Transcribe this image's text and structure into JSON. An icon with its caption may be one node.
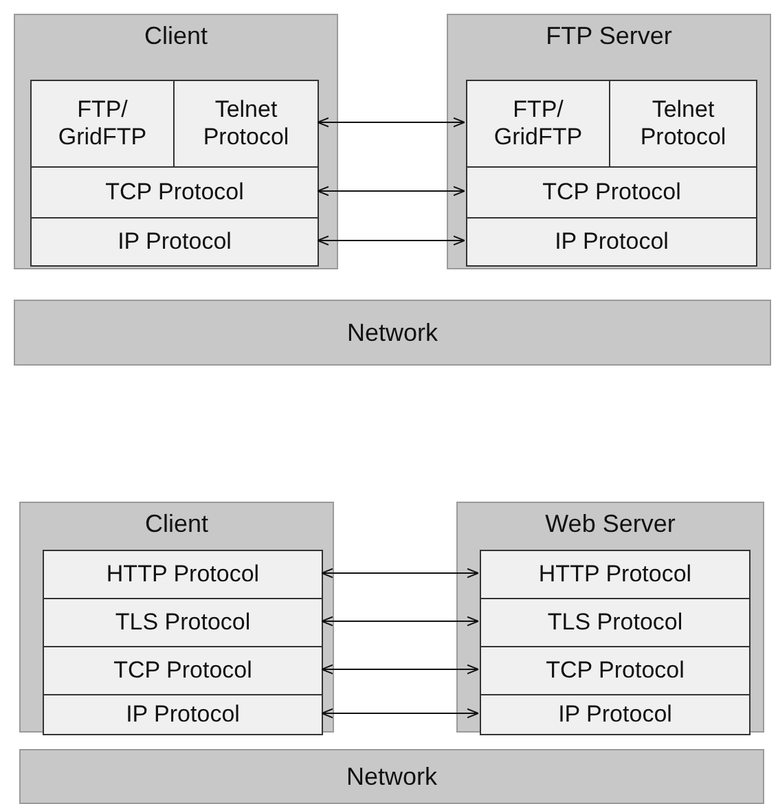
{
  "diagram": {
    "nodes": [
      {
        "text": [
          "Client"
        ]
      },
      {
        "text": [
          "FTP/ GridFTP"
        ],
        "in": 0
      },
      {
        "text": [
          "Telnet Protocol"
        ],
        "in": 0
      },
      {
        "text": [
          "TCP Protocol"
        ],
        "in": 0
      },
      {
        "text": [
          "IP Protocol"
        ],
        "in": 0
      },
      {
        "text": [
          "FTP Server"
        ]
      },
      {
        "text": [
          "FTP/ GridFTP"
        ],
        "in": 5
      },
      {
        "text": [
          "Telnet Protocol"
        ],
        "in": 5
      },
      {
        "text": [
          "TCP Protocol"
        ],
        "in": 5
      },
      {
        "text": [
          "IP Protocol"
        ],
        "in": 5
      },
      {
        "text": [
          "Network"
        ]
      },
      {
        "text": [
          "Client"
        ]
      },
      {
        "text": [
          "HTTP Protocol"
        ],
        "in": 11
      },
      {
        "text": [
          "TLS Protocol"
        ],
        "in": 11
      },
      {
        "text": [
          "TCP Protocol"
        ],
        "in": 11
      },
      {
        "text": [
          "IP Protocol"
        ],
        "in": 11
      },
      {
        "text": [
          "Web Server"
        ]
      },
      {
        "text": [
          "HTTP Protocol"
        ],
        "in": 16
      },
      {
        "text": [
          "TLS Protocol"
        ],
        "in": 16
      },
      {
        "text": [
          "TCP Protocol"
        ],
        "in": 16
      },
      {
        "text": [
          "IP Protocol"
        ],
        "in": 16
      },
      {
        "text": [
          "Network"
        ]
      }
    ],
    "edges": [
      {
        "from": 2,
        "to": 6,
        "arrow": "both"
      },
      {
        "from": 3,
        "to": 8,
        "arrow": "both"
      },
      {
        "from": 4,
        "to": 9,
        "arrow": "both"
      },
      {
        "from": 12,
        "to": 17,
        "arrow": "both"
      },
      {
        "from": 13,
        "to": 18,
        "arrow": "both"
      },
      {
        "from": 14,
        "to": 19,
        "arrow": "both"
      },
      {
        "from": 15,
        "to": 20,
        "arrow": "both"
      }
    ]
  }
}
